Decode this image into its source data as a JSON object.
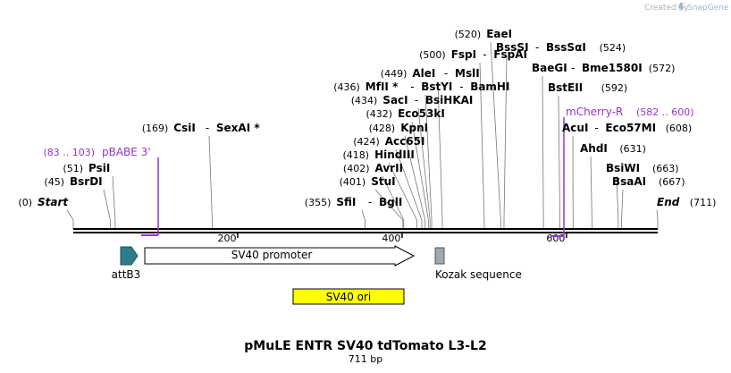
{
  "map": {
    "title": "pMuLE ENTR SV40 tdTomato L3-L2",
    "length_label": "711 bp",
    "total_bp": 711,
    "backbone_color": "#000000"
  },
  "credit": {
    "prefix": "Created by",
    "brand": "SnapGene"
  },
  "ticks": [
    {
      "pos": 200,
      "label": "200"
    },
    {
      "pos": 400,
      "label": "400"
    },
    {
      "pos": 600,
      "label": "600"
    }
  ],
  "sites": [
    {
      "pos": 0,
      "num": "(0)",
      "name": "Start",
      "italic": true,
      "side": "left"
    },
    {
      "pos": 45,
      "num": "(45)",
      "name": "BsrDI",
      "side": "left"
    },
    {
      "pos": 51,
      "num": "(51)",
      "name": "PsiI",
      "side": "left"
    },
    {
      "pos": 169,
      "num": "(169)",
      "name": "CsiI",
      "alt": "SexAI *",
      "side": "left"
    },
    {
      "pos": 355,
      "num": "(355)",
      "name": "SfiI",
      "alt": "BglI",
      "side": "left"
    },
    {
      "pos": 401,
      "num": "(401)",
      "name": "StuI",
      "side": "left"
    },
    {
      "pos": 402,
      "num": "(402)",
      "name": "AvrII",
      "side": "left"
    },
    {
      "pos": 418,
      "num": "(418)",
      "name": "HindIII",
      "side": "left"
    },
    {
      "pos": 424,
      "num": "(424)",
      "name": "Acc65I",
      "side": "left"
    },
    {
      "pos": 428,
      "num": "(428)",
      "name": "KpnI",
      "side": "left"
    },
    {
      "pos": 432,
      "num": "(432)",
      "name": "Eco53kI",
      "side": "left"
    },
    {
      "pos": 434,
      "num": "(434)",
      "name": "SacI",
      "alt": "BsiHKAI",
      "side": "left"
    },
    {
      "pos": 436,
      "num": "(436)",
      "name": "MfII *",
      "alt": "BstYI",
      "alt2": "BamHI",
      "side": "left"
    },
    {
      "pos": 449,
      "num": "(449)",
      "name": "AleI",
      "alt": "MslI",
      "side": "left"
    },
    {
      "pos": 500,
      "num": "(500)",
      "name": "FspI",
      "alt": "FspAI",
      "side": "left"
    },
    {
      "pos": 520,
      "num": "(520)",
      "name": "EaeI",
      "side": "left"
    },
    {
      "pos": 524,
      "num": "(524)",
      "name": "BssSI",
      "alt": "BssSαI",
      "side": "right"
    },
    {
      "pos": 572,
      "num": "(572)",
      "name": "BaeGI",
      "alt": "Bme1580I",
      "side": "right"
    },
    {
      "pos": 592,
      "num": "(592)",
      "name": "BstEII",
      "side": "right"
    },
    {
      "pos": 608,
      "num": "(608)",
      "name": "AcuI",
      "alt": "Eco57MI",
      "side": "right"
    },
    {
      "pos": 631,
      "num": "(631)",
      "name": "AhdI",
      "side": "right"
    },
    {
      "pos": 663,
      "num": "(663)",
      "name": "BsiWI",
      "side": "right"
    },
    {
      "pos": 667,
      "num": "(667)",
      "name": "BsaAI",
      "side": "right"
    },
    {
      "pos": 711,
      "num": "(711)",
      "name": "End",
      "italic": true,
      "side": "right"
    }
  ],
  "primers": [
    {
      "range": "(83 .. 103)",
      "name": "pBABE 3'",
      "start": 83,
      "end": 103,
      "color": "#9932cc"
    },
    {
      "name": "mCherry-R",
      "range": "(582 .. 600)",
      "start": 582,
      "end": 600,
      "color": "#9932cc"
    }
  ],
  "features": [
    {
      "name": "attB3",
      "start": 58,
      "end": 78,
      "color": "#2e7d8c",
      "shape": "arrow"
    },
    {
      "name": "SV40 promoter",
      "start": 88,
      "end": 418,
      "color": "#ffffff",
      "shape": "arrow"
    },
    {
      "name": "Kozak sequence",
      "start": 443,
      "end": 453,
      "color": "#a0a8b0",
      "shape": "box"
    },
    {
      "name": "SV40 ori",
      "start": 270,
      "end": 407,
      "color": "#ffff00",
      "shape": "box"
    }
  ]
}
